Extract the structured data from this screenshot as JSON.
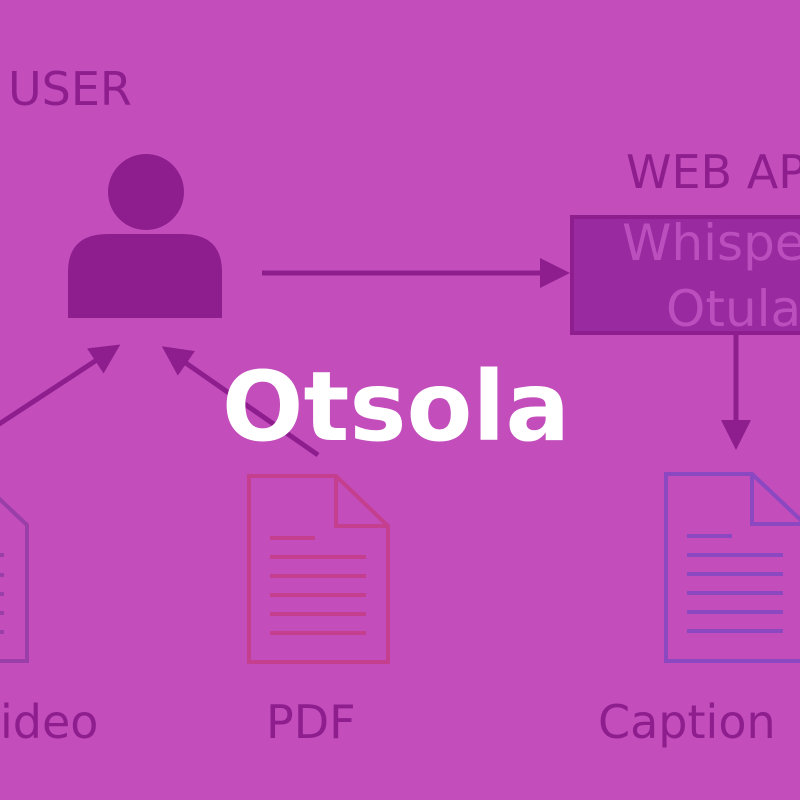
{
  "title": "Otsola",
  "diagram": {
    "user_label": "USER",
    "web_api_label": "WEB AP",
    "box_line1": "Whispe",
    "box_line2": "Otula",
    "video_label": "ideo",
    "pdf_label": "PDF",
    "caption_label": "Caption"
  },
  "colors": {
    "background": "#c24dbb",
    "dark": "#8e1e8e",
    "box_fill": "#9a2aa0",
    "pdf_doc": "#c4408f",
    "video_doc": "#9a3fa8",
    "caption_doc": "#8b48c0",
    "title": "#ffffff"
  }
}
